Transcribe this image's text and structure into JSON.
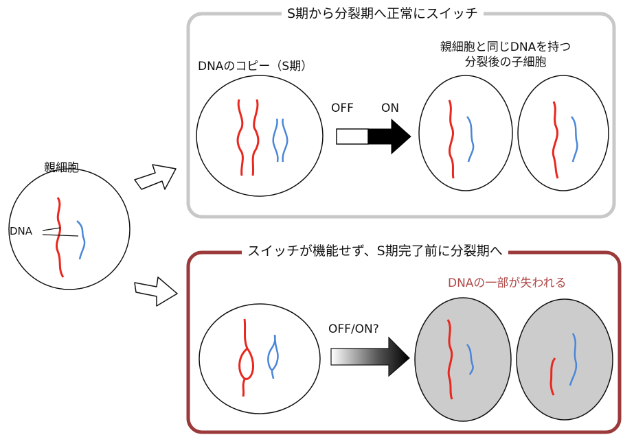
{
  "parent": {
    "title": "親細胞",
    "dna_label": "DNA"
  },
  "top_panel": {
    "title": "S期から分裂期へ正常にスイッチ",
    "copy_label": "DNAのコピー（S期）",
    "daughter_label_line1": "親細胞と同じDNAを持つ",
    "daughter_label_line2": "分裂後の子細胞",
    "switch_off": "OFF",
    "switch_on": "ON",
    "border_color": "#c8c8c8"
  },
  "bottom_panel": {
    "title": "スイッチが機能せず、S期完了前に分裂期へ",
    "loss_label": "DNAの一部が失われる",
    "switch_label": "OFF/ON?",
    "border_color": "#9b3a3a",
    "loss_label_color": "#b04a4a",
    "lost_cell_fill": "#cccccc"
  },
  "colors": {
    "dna_red": "#e8281e",
    "dna_blue": "#4a86d8"
  }
}
